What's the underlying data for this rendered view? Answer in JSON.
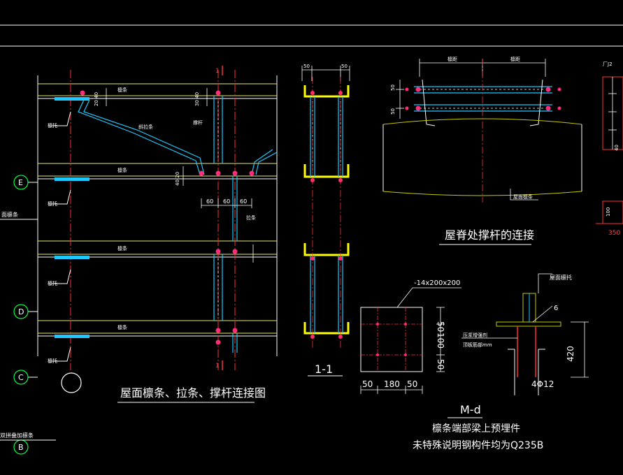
{
  "colors": {
    "background": "#000000",
    "purlin": "#e8e86a",
    "rod": "#00e5ff",
    "bolt": "#ff2d7a",
    "axis": "#ff3030",
    "gridbubble": "#00ff40",
    "channel": "#ffff00",
    "dim": "#ffffff",
    "concrete": "#c8c800"
  },
  "labels": {
    "title_main": "屋面檩条、拉条、撑杆连接图",
    "title_ridge": "屋脊处撑杆的连接",
    "title_section": "1-1",
    "section_mark_top": "1",
    "section_mark_bottom": "1",
    "md_mark": "M-d",
    "md_note1": "檩条端部梁上预埋件",
    "md_note2": "未特殊说明钢构件均为Q235B",
    "plate_spec": "-14x200x200",
    "rebar_spec": "4Φ12",
    "purlin_holder_label": "屋面檩托",
    "weld_size": "6",
    "left_edge_note": "面檩条",
    "bottom_left_note": "双拼叠加檩条",
    "right_edge_note": "厂J2",
    "ridge_bottom_note": "屋面檩条",
    "beam_note1": "压浆增强剂",
    "beam_note2": "顶板筋部mm",
    "purlin": "檩条",
    "support": "檩托",
    "diag_rod": "斜拉条",
    "strut": "撑杆",
    "tie": "拉条",
    "ridge_dim_left": "檩距",
    "ridge_dim_right": "檩距"
  },
  "grid": [
    {
      "id": "E"
    },
    {
      "id": "D"
    },
    {
      "id": "C"
    },
    {
      "id": "B"
    }
  ],
  "dims": {
    "d50a": "50",
    "d50b": "50",
    "d60a": "60",
    "d60b": "60",
    "d60c": "60",
    "d2040": "20 40",
    "d3040": "30 40",
    "d4020": "40 20",
    "d50_top": "50",
    "d50_bot": "50",
    "p50a": "50",
    "p180": "180",
    "p50b": "50",
    "v50a": "50",
    "v100": "100",
    "v50b": "50",
    "v420": "420",
    "r350": "350",
    "r100": "100",
    "r40": "40"
  }
}
